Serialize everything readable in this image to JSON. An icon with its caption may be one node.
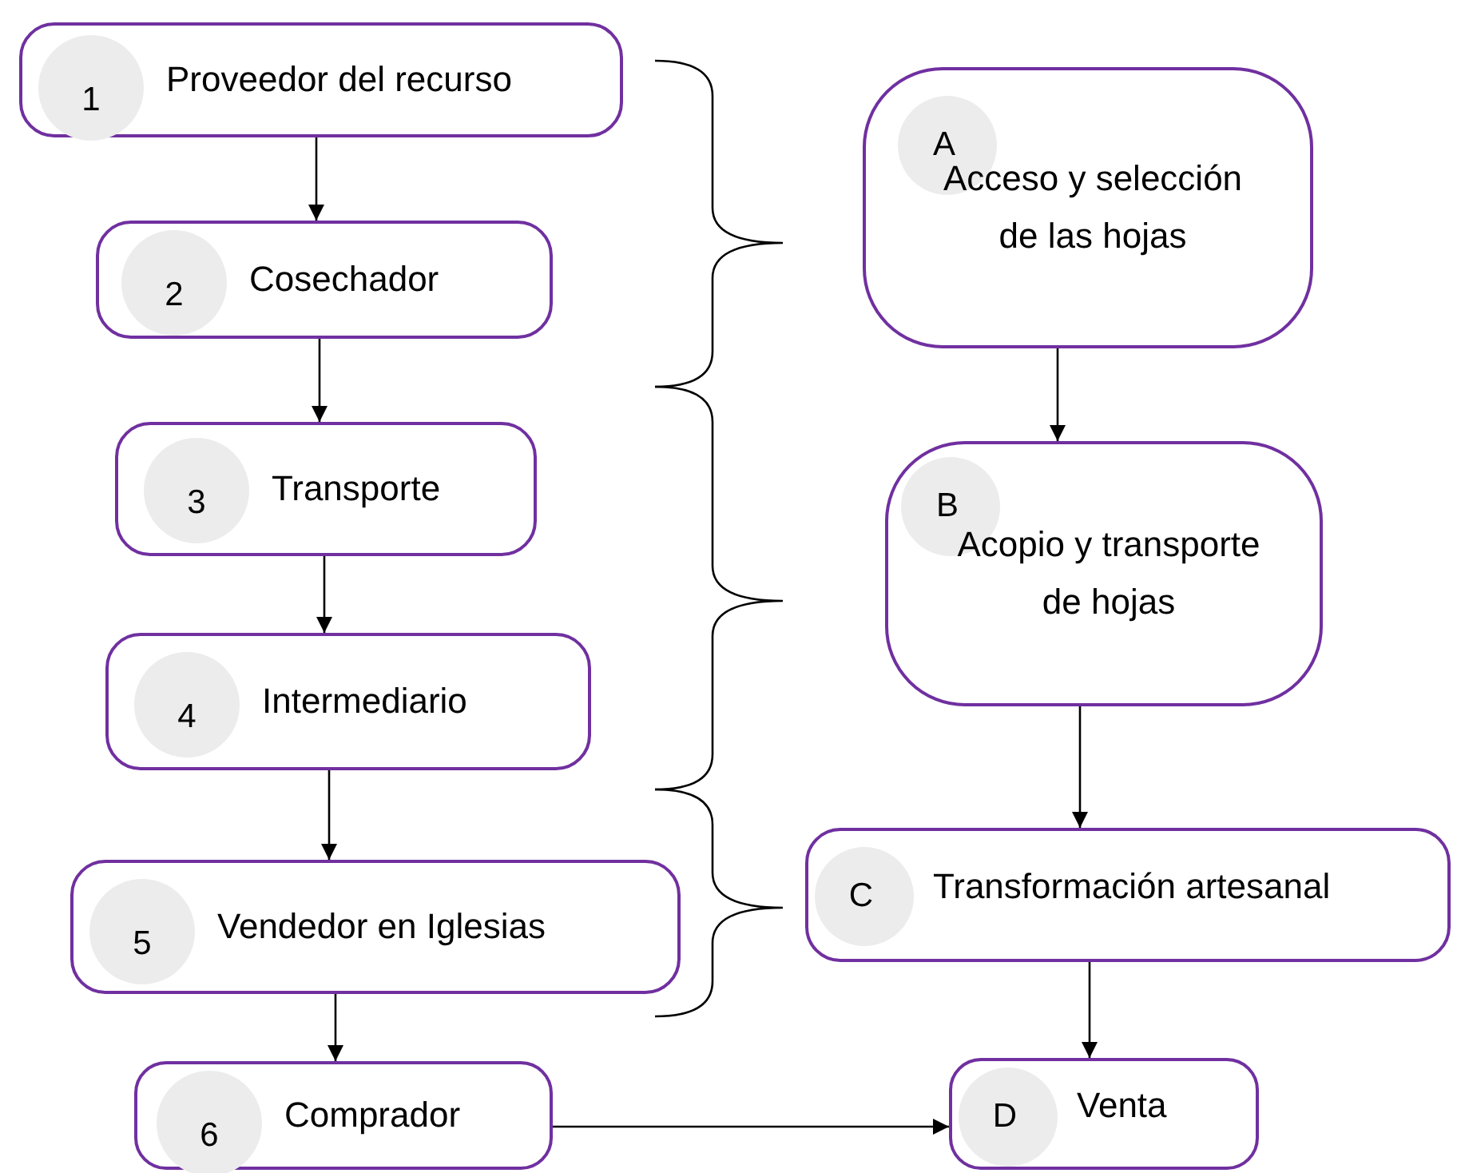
{
  "diagram": {
    "nodes": [
      {
        "text": [
          "1",
          "Proveedor del recurso"
        ]
      },
      {
        "text": [
          "2",
          "Cosechador"
        ]
      },
      {
        "text": [
          "3",
          "Transporte"
        ]
      },
      {
        "text": [
          "4",
          "Intermediario"
        ]
      },
      {
        "text": [
          "5",
          "Vendedor en Iglesias"
        ]
      },
      {
        "text": [
          "6",
          "Comprador"
        ]
      },
      {
        "text": [
          "A",
          "Acceso y selección de las hojas"
        ]
      },
      {
        "text": [
          "B",
          "Acopio y transporte de hojas"
        ]
      },
      {
        "text": [
          "C",
          "Transformación artesanal"
        ]
      },
      {
        "text": [
          "D",
          "Venta"
        ]
      }
    ],
    "edges": [
      {
        "from": 0,
        "to": 1,
        "arrow": "to"
      },
      {
        "from": 1,
        "to": 2,
        "arrow": "to"
      },
      {
        "from": 2,
        "to": 3,
        "arrow": "to"
      },
      {
        "from": 3,
        "to": 4,
        "arrow": "to"
      },
      {
        "from": 4,
        "to": 5,
        "arrow": "to"
      },
      {
        "from": 6,
        "to": 7,
        "arrow": "to"
      },
      {
        "from": 7,
        "to": 8,
        "arrow": "to"
      },
      {
        "from": 8,
        "to": 9,
        "arrow": "to"
      },
      {
        "from": 5,
        "to": 9,
        "arrow": "to"
      }
    ]
  }
}
